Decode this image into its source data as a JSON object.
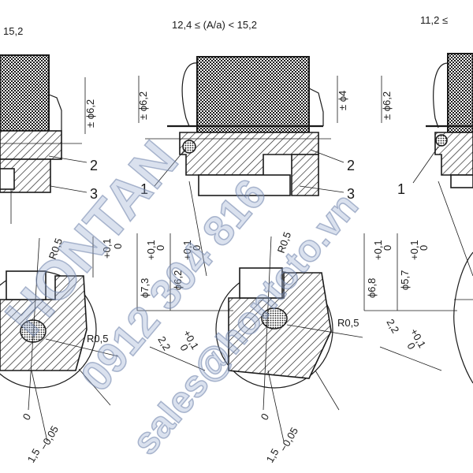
{
  "headers": {
    "left": "15,2",
    "center": "12,4 ≤ (A/a) < 15,2",
    "right": "11,2 ≤"
  },
  "callouts": {
    "item_1": "1",
    "item_2": "2",
    "item_3": "3"
  },
  "dimensions": {
    "phi_6_2_pm": "± ϕ6,2",
    "phi_4_pm": "± ϕ4",
    "phi_7_3": "ϕ7,3",
    "phi_6_2": "ϕ6,2",
    "phi_6_8": "ϕ6,8",
    "phi_5_7": "ϕ5,7",
    "tol_plus_0_1": "+0,1",
    "tol_zero": "0",
    "radius_0_5": "R0,5",
    "groove_2_2": "2,2",
    "groove_1_5": "1,5",
    "tol_minus_0_05": "−0,05"
  },
  "watermark": {
    "brand": "HONTAN",
    "phone": "0912 304 816",
    "email": "sales@hontoto.vn"
  },
  "colors": {
    "ink": "#1a1a1a",
    "watermark": "#9aaacd"
  }
}
